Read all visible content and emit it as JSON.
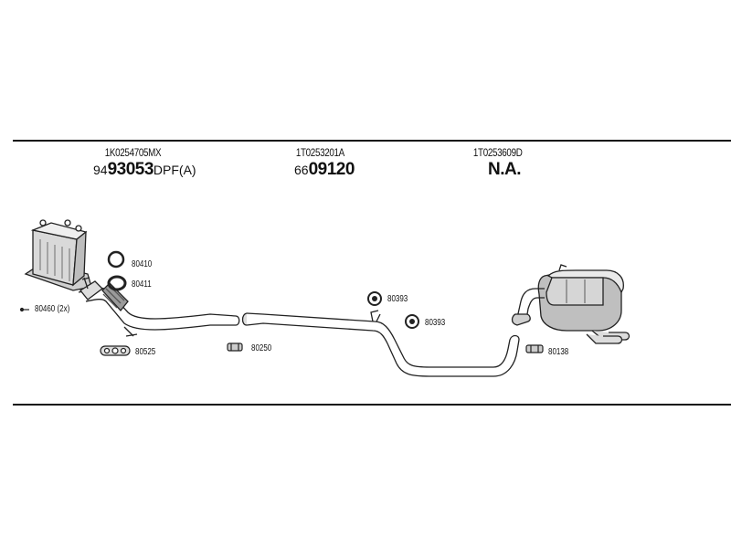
{
  "header": {
    "col1": {
      "oem": "1K0254705MX",
      "prefix": "94",
      "number": "93053",
      "suffix": "DPF(A)"
    },
    "col2": {
      "oem": "1T0253201A",
      "prefix": "66",
      "number": "09120",
      "suffix": ""
    },
    "col3": {
      "oem": "1T0253609D",
      "na": "N.A."
    }
  },
  "labels": {
    "ring1": "80410",
    "ring2": "80411",
    "bolt": "80460 (2x)",
    "gasket": "80525",
    "clamp1": "80250",
    "hanger1": "80393",
    "hanger2": "80393",
    "clamp2": "80138"
  }
}
